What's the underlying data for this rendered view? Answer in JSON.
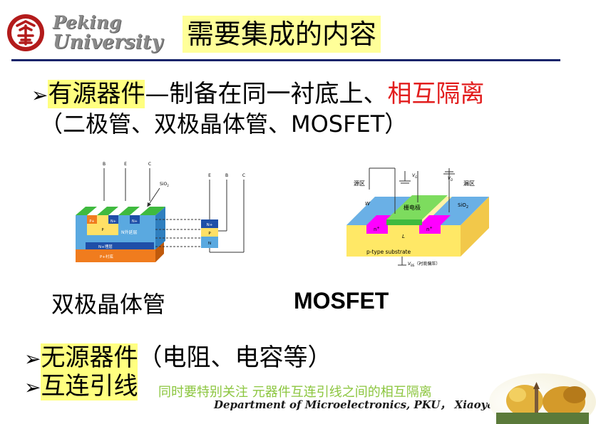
{
  "logo": {
    "line1": "Peking",
    "line2": "University"
  },
  "title": "需要集成的内容",
  "bullet_active": {
    "highlight": "有源器件",
    "text": "—制备在同一衬底上、",
    "emphasis": "相互隔离",
    "subline": "（二极管、双极晶体管、MOSFET）"
  },
  "bjt_diagram": {
    "terminals": [
      "B",
      "E",
      "C"
    ],
    "terminals_right": [
      "E",
      "B",
      "C"
    ],
    "labels": {
      "sio2": "SiO",
      "sio2_sub": "2",
      "p_plus": "P+",
      "p": "P",
      "n_plus_1": "N+",
      "n_plus_2": "N+",
      "n_epi": "N外延层",
      "n_buried": "N+埋层",
      "p_sub": "P+衬底",
      "stack_n_plus": "N+",
      "stack_p": "P",
      "stack_n": "N"
    }
  },
  "mos_diagram": {
    "source": "源区",
    "drain": "漏区",
    "gate": "栅电极",
    "sio2": "SiO",
    "sio2_sub": "2",
    "w": "W",
    "l": "L",
    "n_plus_left": "n",
    "n_plus_right": "n",
    "substrate": "p-type   substrate",
    "vg": "V",
    "vg_sub": "G",
    "vd": "V",
    "vd_sub": "D",
    "vbs": "V",
    "vbs_sub": "BS",
    "vbs_note": "（衬底偏压）"
  },
  "captions": {
    "bjt": "双极晶体管",
    "mosfet": "MOSFET"
  },
  "bullet_passive": {
    "highlight": "无源器件",
    "text": "（电阻、电容等）"
  },
  "bullet_interconnect": {
    "highlight": "互连引线"
  },
  "note": "同时要特别关注  元器件互连引线之间的相互隔离",
  "footer": "Department of Microelectronics, PKU，  Xiaoyan Liu",
  "colors": {
    "title_bg": "#ffff99",
    "rule": "#15236a",
    "emphasis": "#e21d1d",
    "note": "#8cc63f",
    "green_layer": "#3fba3f",
    "blue_layer": "#5aa9e0",
    "orange_layer": "#f07c1e",
    "yellow_layer": "#ffe066",
    "magenta": "#ff00ff"
  }
}
